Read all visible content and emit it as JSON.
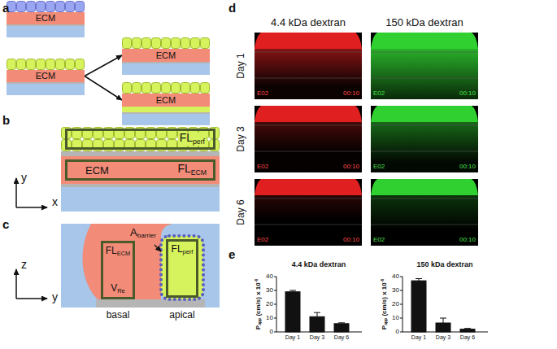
{
  "diagram": {
    "nodes": [
      {
        "text": [
          "ECM"
        ]
      },
      {
        "text": [
          "ECM"
        ]
      },
      {
        "text": [
          "ECM"
        ]
      },
      {
        "text": [
          "ECM"
        ]
      },
      {
        "text": [
          "FL",
          "perf"
        ]
      },
      {
        "text": [
          "ECM"
        ]
      },
      {
        "text": [
          "FL",
          "ECM"
        ],
        "in": 5
      },
      {
        "text": [
          "FL",
          "ECM",
          "V",
          "Re"
        ]
      },
      {
        "text": [
          "FL",
          "perf"
        ]
      }
    ],
    "edges": [
      {
        "from": 1,
        "to": 2,
        "arrow": "to"
      },
      {
        "from": 1,
        "to": 3,
        "arrow": "to"
      }
    ],
    "labels": [
      "a",
      "b",
      "y",
      "x",
      "c",
      "A",
      "barrier",
      "basal",
      "apical",
      "z",
      "y",
      "d",
      "4.4 kDa dextran",
      "150 kDa dextran",
      "Day 1",
      "Day 3",
      "Day 6",
      "E02",
      "00:10",
      "E02",
      "00:10",
      "E02",
      "00:10",
      "E02",
      "00:10",
      "E02",
      "00:10",
      "E02",
      "00:10",
      "e",
      "4.4 kDa dextran",
      "150 kDa dextran",
      "0",
      "10",
      "20",
      "30",
      "40",
      "P",
      "app",
      "(cm/s) x 10",
      "-6",
      "Day 1",
      "Day 3",
      "Day 6",
      "0",
      "10",
      "20",
      "30",
      "40",
      "P",
      "app",
      "(cm/s) x 10",
      "-6",
      "Day 1",
      "Day 3",
      "Day 6"
    ]
  }
}
